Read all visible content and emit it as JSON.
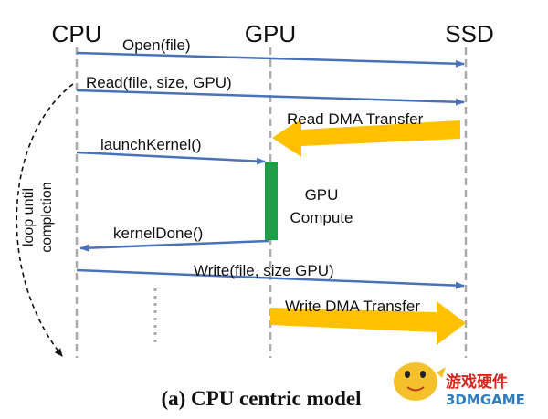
{
  "lanes": {
    "cpu": "CPU",
    "gpu": "GPU",
    "ssd": "SSD"
  },
  "messages": {
    "open": "Open(file)",
    "read": "Read(file, size, GPU)",
    "read_dma": "Read DMA Transfer",
    "launch": "launchKernel()",
    "gpu_compute_line1": "GPU",
    "gpu_compute_line2": "Compute",
    "kernel_done": "kernelDone()",
    "write": "Write(file, size GPU)",
    "write_dma": "Write DMA Transfer"
  },
  "loop_label": {
    "line1": "loop until",
    "line2": "completion"
  },
  "caption": "(a) CPU centric model",
  "watermark": {
    "cn": "游戏硬件",
    "en": "3DMGAME"
  },
  "colors": {
    "message_arrow": "#4a72b8",
    "dma_arrow": "#ffc000",
    "gpu_compute_bar": "#1f9e48",
    "lifeline": "#aaaaaa",
    "watermark_cn": "#d9261c",
    "watermark_en": "#2e7bbf",
    "mascot": "#f5c12a"
  }
}
